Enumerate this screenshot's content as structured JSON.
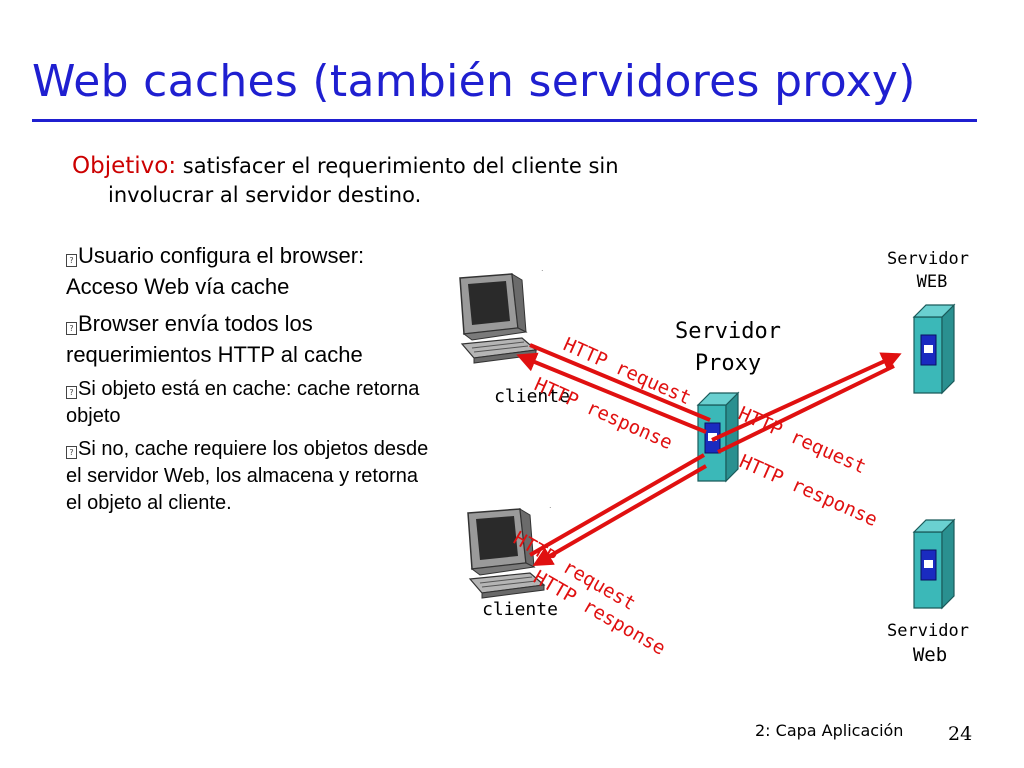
{
  "slide": {
    "title": "Web caches (también servidores proxy)",
    "objective_label": "Objetivo:",
    "objective_text_line1": " satisfacer el requerimiento del cliente sin",
    "objective_text_line2": "involucrar al servidor destino.",
    "bullets": [
      "Usuario configura el browser: Acceso Web vía cache",
      "Browser envía todos los requerimientos HTTP al cache",
      "Si objeto está en cache: cache retorna objeto",
      "Si no, cache requiere los objetos desde el servidor Web, los almacena y retorna el objeto al cliente."
    ],
    "bullet_mark": "?",
    "footer_caption": "2: Capa Aplicación",
    "page_number": "24"
  },
  "diagram": {
    "nodes": {
      "client_top": "cliente",
      "client_bottom": "cliente",
      "proxy_line1": "Servidor",
      "proxy_line2": "Proxy",
      "server_top_line1": "Servidor",
      "server_top_line2": "WEB",
      "server_bottom_line1": "Servidor",
      "server_bottom_line2": "Web"
    },
    "labels": {
      "top_client_request": "HTTP request",
      "top_client_response": "HTTP response",
      "proxy_server_request": "HTTP request",
      "proxy_server_response": "HTTP response",
      "bottom_client_request": "HTTP request",
      "bottom_client_response": "HTTP response"
    },
    "colors": {
      "arrow": "#e01010",
      "server_body": "#3bb8b8",
      "server_panel": "#1a2bc0",
      "title": "#1f1fd0",
      "objective_label": "#cc0000"
    }
  }
}
